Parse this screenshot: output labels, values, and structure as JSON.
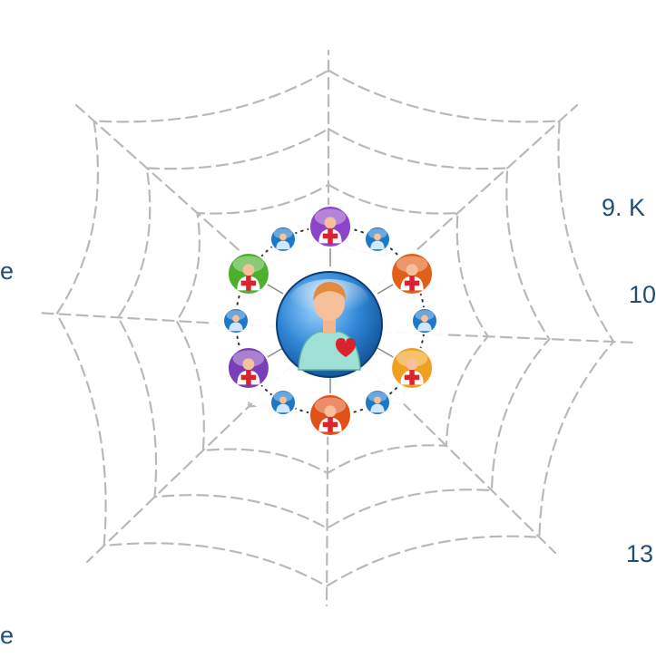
{
  "text_fragments": {
    "left_top": "e",
    "left_bottom": "e",
    "right_top": "9. K",
    "right_mid": "10",
    "right_bottom": "13"
  },
  "hub": {
    "icon": "doctor-heart-icon",
    "accent": "#2f86d6"
  },
  "orbit_avatars": [
    {
      "icon": "nurse-icon",
      "color": "#8e44c9"
    },
    {
      "icon": "staff-icon",
      "color": "#1e78c8"
    },
    {
      "icon": "surgeon-icon",
      "color": "#e0601a"
    },
    {
      "icon": "staff-icon",
      "color": "#1e78c8"
    },
    {
      "icon": "nurse-icon",
      "color": "#f0a020"
    },
    {
      "icon": "staff-icon",
      "color": "#1e78c8"
    },
    {
      "icon": "surgeon-icon",
      "color": "#e05018"
    },
    {
      "icon": "staff-icon",
      "color": "#1e78c8"
    },
    {
      "icon": "doctor-icon",
      "color": "#7a3fb8"
    },
    {
      "icon": "staff-icon",
      "color": "#1e78c8"
    },
    {
      "icon": "nurse-icon",
      "color": "#4caf2e"
    },
    {
      "icon": "staff-icon",
      "color": "#1e78c8"
    }
  ],
  "colors": {
    "web_line": "#b9b9b9",
    "text": "#1f4e79"
  }
}
